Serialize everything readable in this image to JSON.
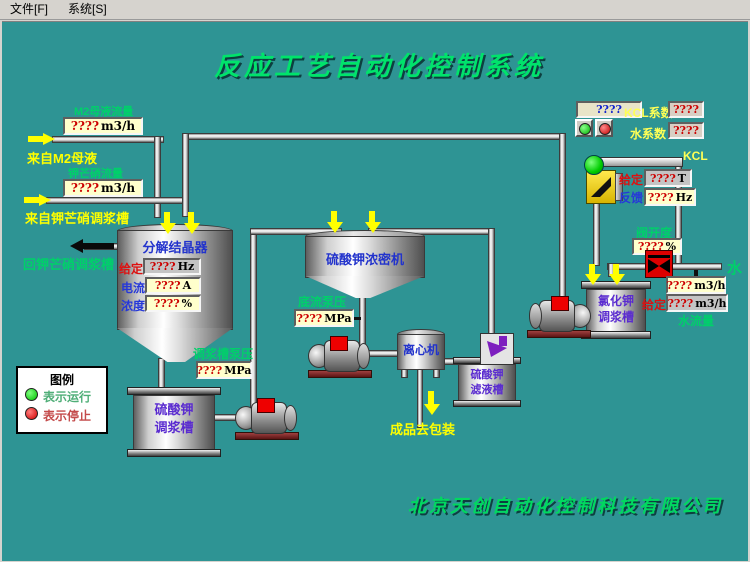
{
  "menu": {
    "file": "文件[F]",
    "system": "系统[S]"
  },
  "title": "反应工艺自动化控制系统",
  "company": "北京天创自动化控制科技有限公司",
  "colors": {
    "background": "#2e9494",
    "title_green": "#00e36b",
    "label_green": "#00d06a",
    "label_yellow": "#ffff00",
    "value_red": "#cc0000",
    "setpoint_box_bg": "#c4c4c4",
    "feedback_box_bg": "#ffffcc",
    "run_green": "#00cc00",
    "stop_red": "#ee0000",
    "tank_label_blue": "#2233cc",
    "tank_label_purple": "#5a2bd0"
  },
  "feeds": {
    "m2_flow_label": "M2母液流量",
    "m2_flow_value": "????",
    "m2_flow_unit": "m3/h",
    "from_m2_label": "来自M2母液",
    "glauber_flow_label": "钾芒硝流量",
    "glauber_flow_value": "????",
    "glauber_flow_unit": "m3/h",
    "from_glauber_label": "来自钾芒硝调浆槽",
    "return_glauber_label": "回钾芒硝调浆槽"
  },
  "crystallizer": {
    "name": "分解结晶器",
    "setpoint_label": "给定",
    "setpoint_value": "????",
    "setpoint_unit": "Hz",
    "current_label": "电流",
    "current_value": "????",
    "current_unit": "A",
    "concentration_label": "浓度",
    "concentration_value": "????",
    "concentration_unit": "%"
  },
  "thickener": {
    "name": "硫酸钾浓密机",
    "underflow_pressure_label": "底流泵压",
    "underflow_pressure_value": "????",
    "underflow_pressure_unit": "MPa"
  },
  "slurry_pump": {
    "pressure_label": "调浆槽泵压",
    "pressure_value": "????",
    "pressure_unit": "MPa"
  },
  "centrifuge": {
    "name": "离心机"
  },
  "product_label": "成品去包装",
  "tanks": {
    "k2so4_slurry": [
      "硫酸钾",
      "调浆槽"
    ],
    "filtrate": [
      "硫酸钾",
      "滤液槽"
    ],
    "kcl_slurry": [
      "氯化钾",
      "调浆槽"
    ]
  },
  "dosing": {
    "raw_value": "????",
    "kcl_coeff_label": "KCL系数",
    "kcl_coeff_value": "????",
    "water_coeff_label": "水系数",
    "water_coeff_value": "????",
    "kcl_line_label": "KCL",
    "feeder_setpoint_label": "给定",
    "feeder_setpoint_value": "????",
    "feeder_setpoint_unit": "T",
    "feeder_feedback_label": "反馈",
    "feeder_feedback_value": "????",
    "feeder_feedback_unit": "Hz",
    "valve_opening_label": "阀开度",
    "valve_opening_value": "????",
    "valve_opening_unit": "%",
    "water_label": "水",
    "water_flow_value": "????",
    "water_flow_unit": "m3/h",
    "water_setpoint_label": "给定",
    "water_setpoint_value": "????",
    "water_setpoint_unit": "m3/h",
    "water_flow_label": "水流量"
  },
  "legend": {
    "title": "图例",
    "run_label": "表示运行",
    "stop_label": "表示停止"
  }
}
